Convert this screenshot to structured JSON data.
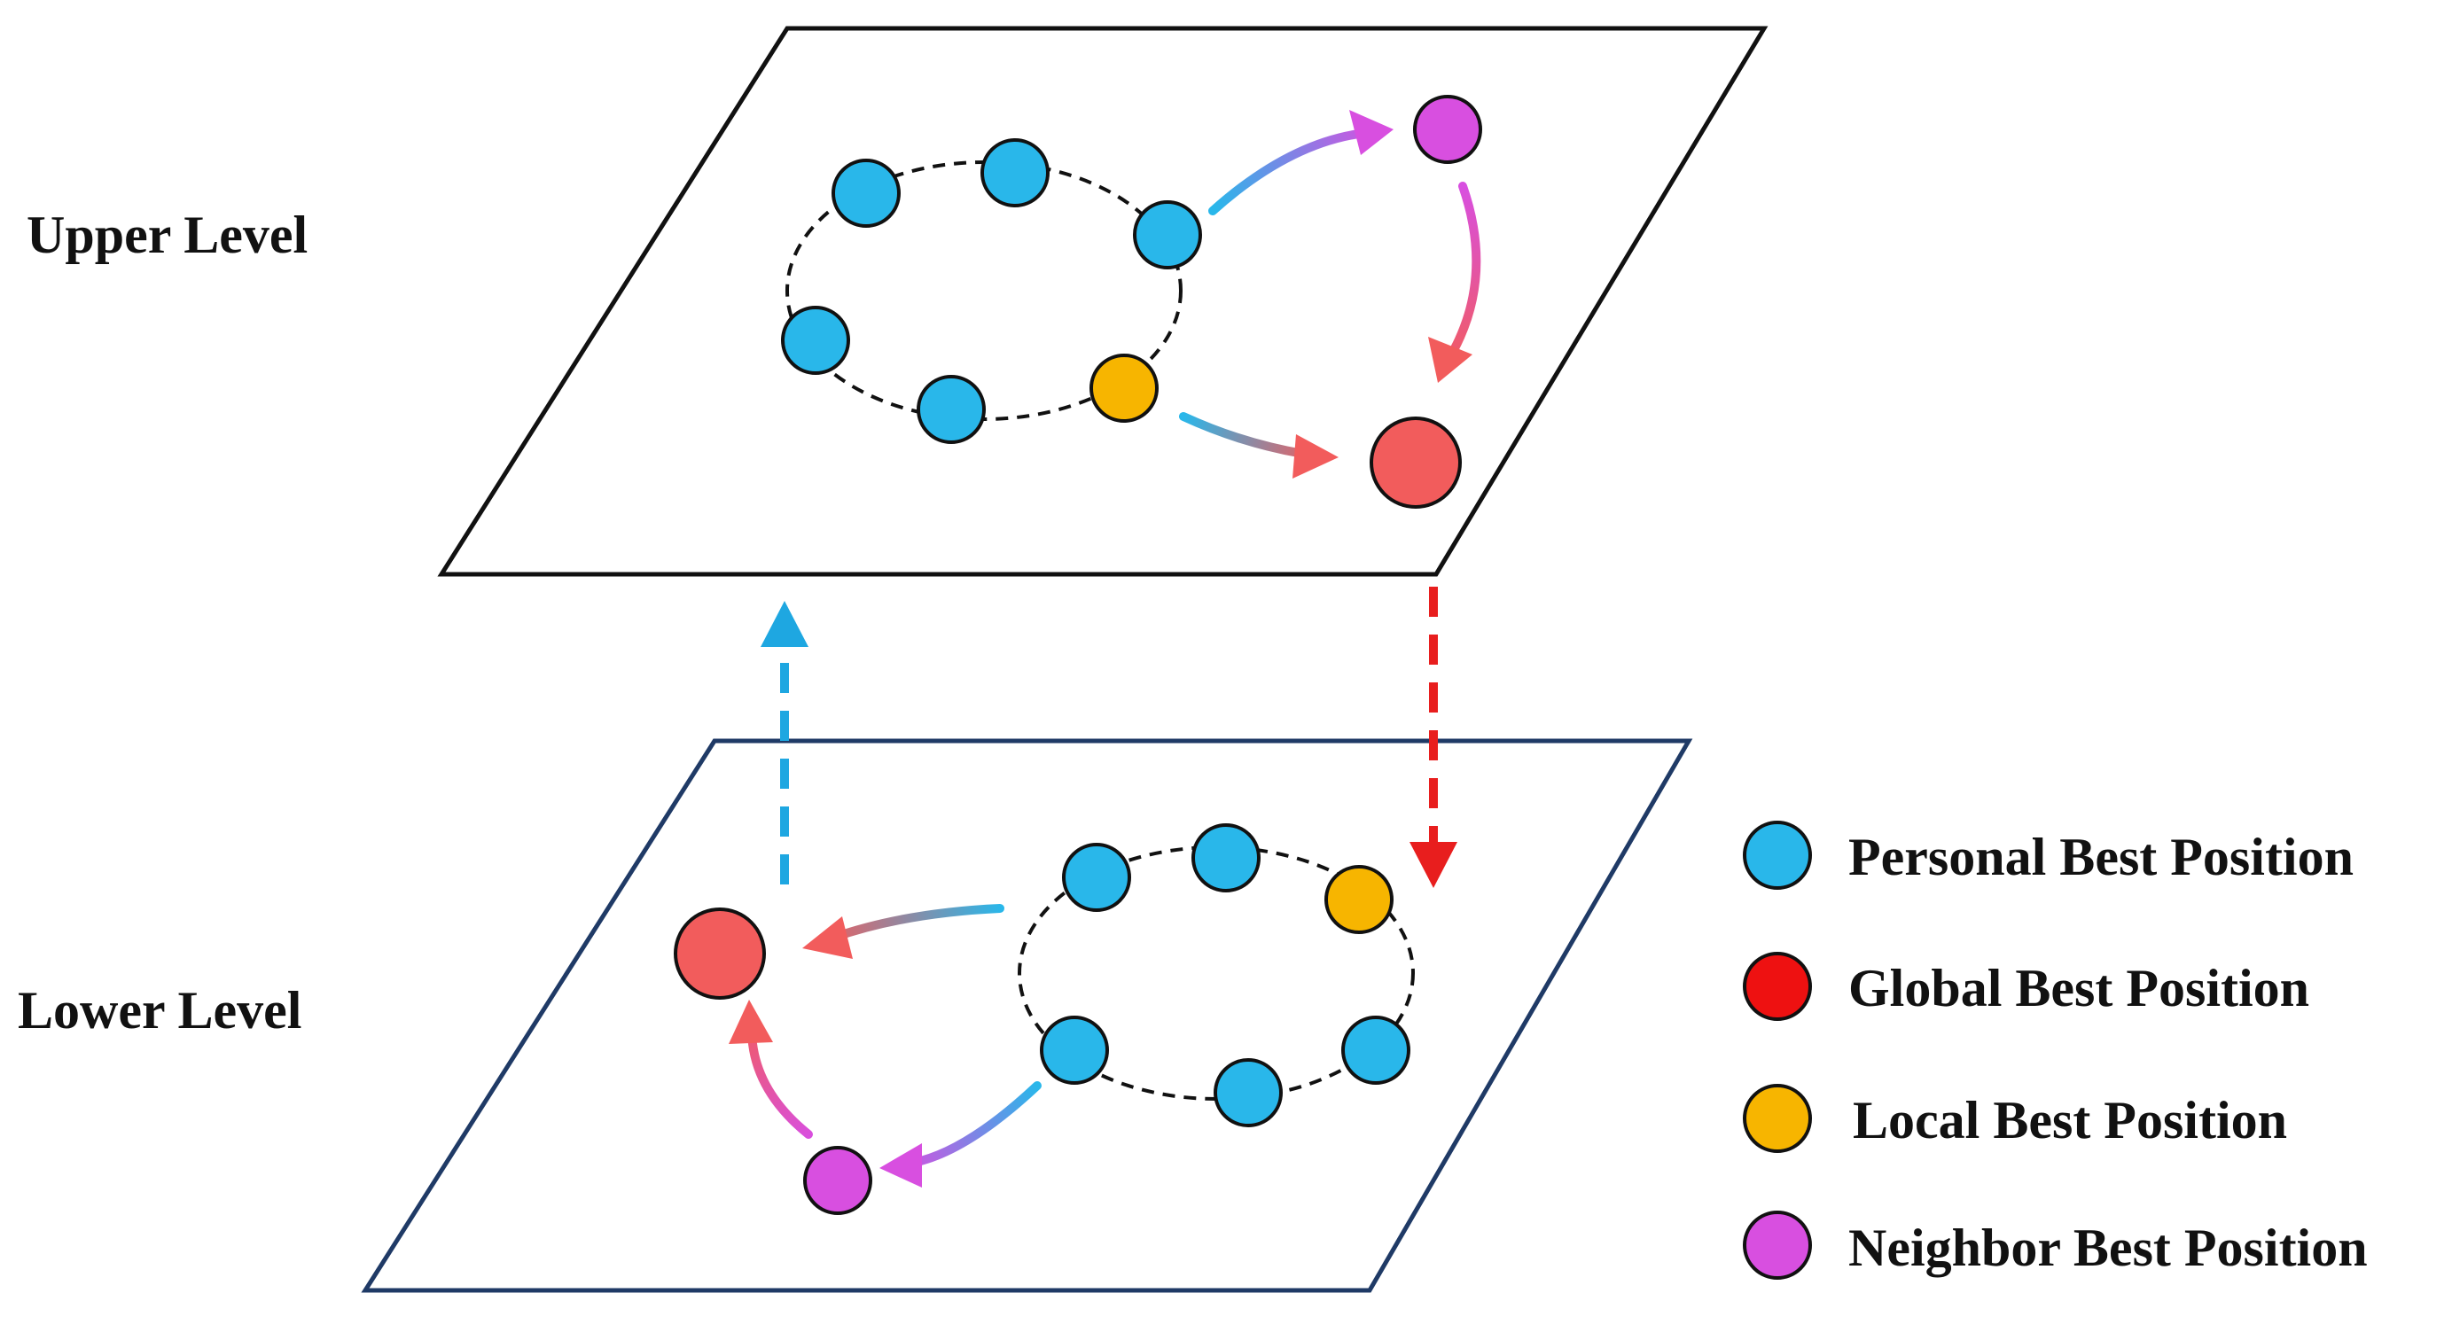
{
  "colors": {
    "personal_best": "#29B7EA",
    "global_best": "#F25C5C",
    "local_best": "#F7B500",
    "neighbor_best": "#D84FE0",
    "legend_global_best": "#EE1111",
    "up_arrow": "#1EA7E1",
    "down_arrow": "#E81E1E",
    "upper_plane_border": "#111111",
    "lower_plane_border": "#1F3A66"
  },
  "levels": {
    "upper": {
      "label": "Upper Level"
    },
    "lower": {
      "label": "Lower Level"
    }
  },
  "legend": [
    {
      "key": "personal_best",
      "label": "Personal Best Position"
    },
    {
      "key": "global_best",
      "label": "Global Best Position"
    },
    {
      "key": "local_best",
      "label": "Local Best Position"
    },
    {
      "key": "neighbor_best",
      "label": "Neighbor Best Position"
    }
  ]
}
